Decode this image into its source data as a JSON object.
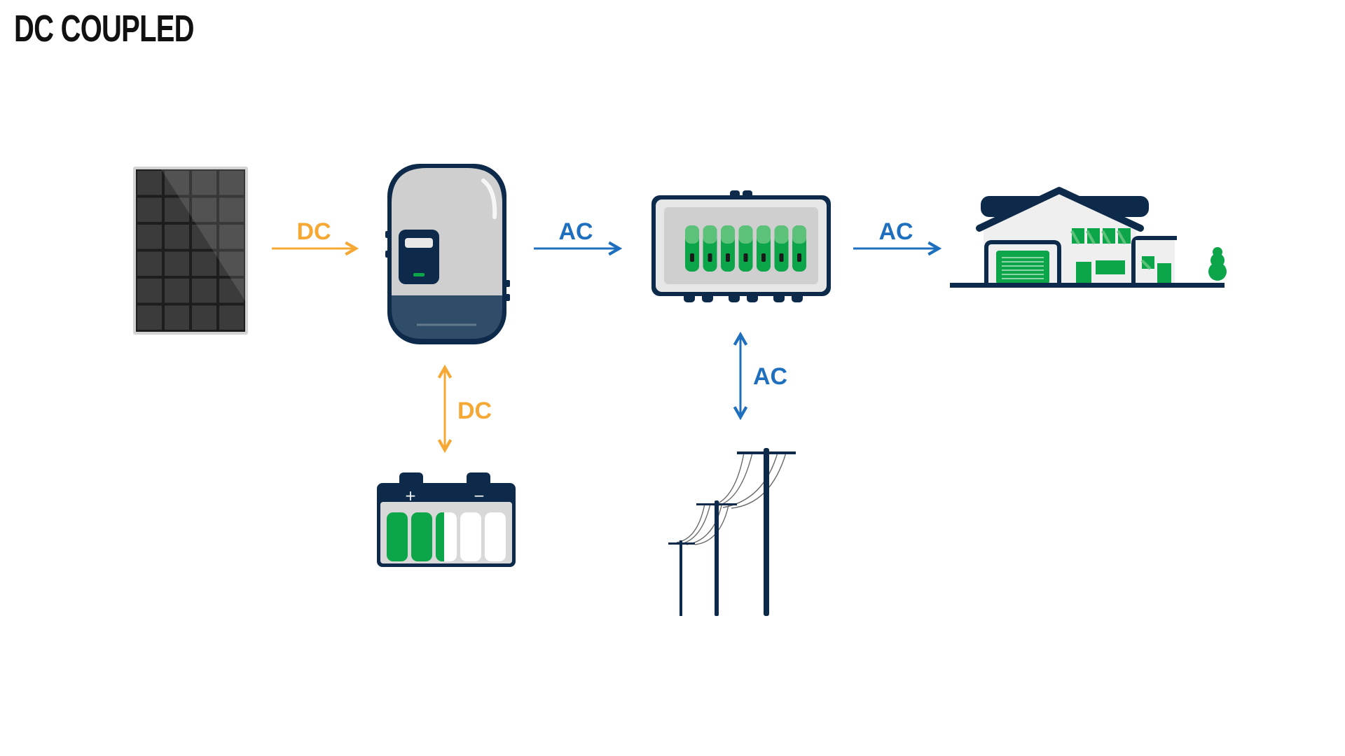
{
  "title": "DC COUPLED",
  "labels": {
    "panel_to_inverter": "DC",
    "inverter_to_panelboard": "AC",
    "panelboard_to_house": "AC",
    "inverter_battery": "DC",
    "panelboard_grid": "AC"
  },
  "battery": {
    "plus": "+",
    "minus": "−",
    "charge_cells": 2.4,
    "total_cells": 5
  },
  "colors": {
    "dc": "#f5a833",
    "ac": "#1f6fbf",
    "navy": "#0d2a4a",
    "green": "#0da54a",
    "light_green": "#5cc27a",
    "grey": "#d0d0d0"
  },
  "icons": [
    "solar-panel-icon",
    "inverter-icon",
    "panelboard-icon",
    "house-icon",
    "battery-icon",
    "utility-pole-icon"
  ]
}
